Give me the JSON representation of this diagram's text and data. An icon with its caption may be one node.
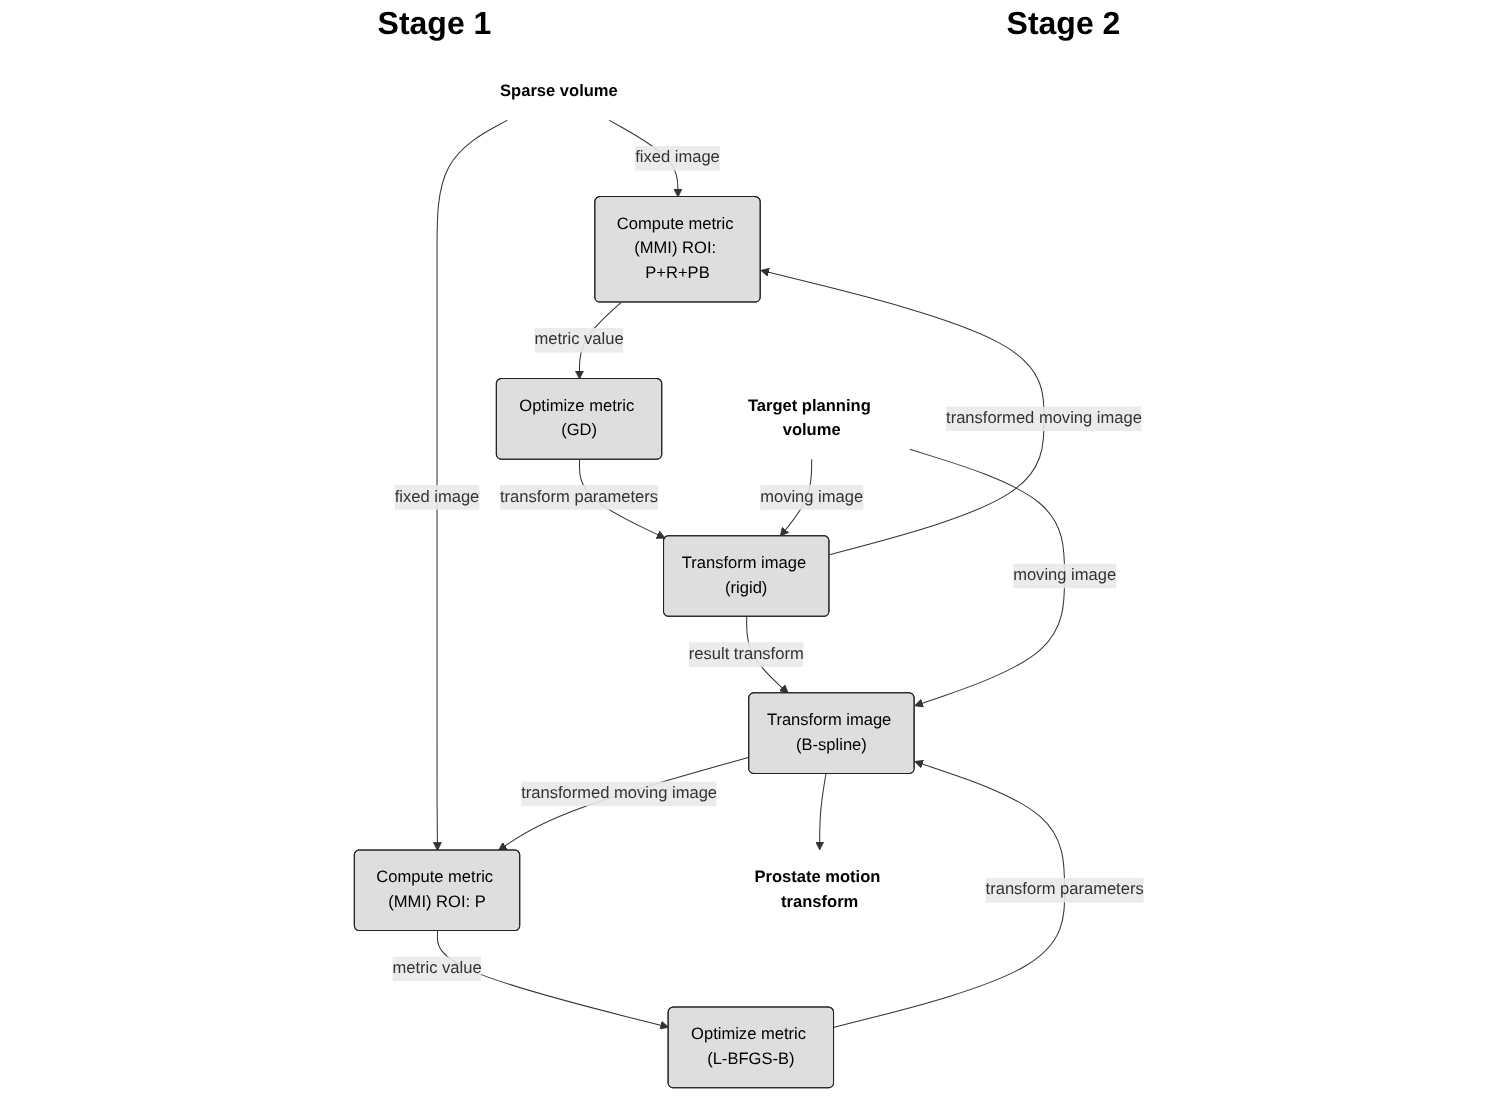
{
  "diagram": {
    "nodes": [
      {
        "text": [
          "Sparse volume"
        ]
      },
      {
        "text": [
          "Compute metric (MMI) ROI: P+R+PB"
        ]
      },
      {
        "text": [
          "Optimize metric (GD)"
        ]
      },
      {
        "text": [
          "Transform image (rigid)"
        ]
      },
      {
        "text": [
          "Compute metric (MMI) ROI: P"
        ]
      },
      {
        "text": [
          "Optimize metric (L-BFGS-B)"
        ]
      },
      {
        "text": [
          "Transform image (B-spline)"
        ]
      },
      {
        "text": [
          "Target planning volume"
        ]
      },
      {
        "text": [
          "Prostate motion transform"
        ]
      }
    ],
    "edges": [
      {
        "from": 0,
        "to": 1,
        "arrow": "to",
        "label": "fixed image"
      },
      {
        "from": 0,
        "to": 4,
        "arrow": "to",
        "label": "fixed image"
      },
      {
        "from": 1,
        "to": 2,
        "arrow": "to",
        "label": "metric value"
      },
      {
        "from": 2,
        "to": 3,
        "arrow": "to",
        "label": "transform parameters"
      },
      {
        "from": 3,
        "to": 1,
        "arrow": "to",
        "label": "transformed moving image"
      },
      {
        "from": 3,
        "to": 6,
        "arrow": "to",
        "label": "result transform"
      },
      {
        "from": 4,
        "to": 5,
        "arrow": "to",
        "label": "metric value"
      },
      {
        "from": 5,
        "to": 6,
        "arrow": "to",
        "label": "transform parameters"
      },
      {
        "from": 6,
        "to": 4,
        "arrow": "to",
        "label": "transformed moving image"
      },
      {
        "from": 6,
        "to": 8,
        "arrow": "to"
      },
      {
        "from": 7,
        "to": 3,
        "arrow": "to",
        "label": "moving image"
      },
      {
        "from": 7,
        "to": 6,
        "arrow": "to",
        "label": "moving image"
      }
    ],
    "labels": [
      "Stage 1",
      "Stage 2"
    ]
  }
}
